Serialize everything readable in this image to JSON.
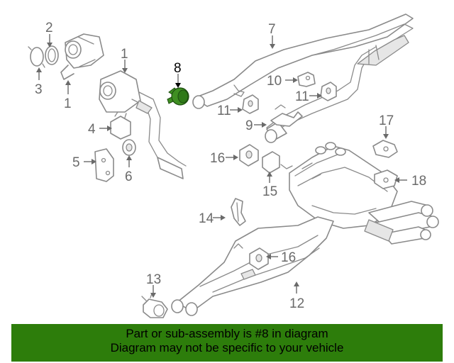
{
  "diagram": {
    "highlighted_part": "8",
    "highlight_color": "#3f8f22",
    "callouts": {
      "c1a": "1",
      "c1b": "1",
      "c2": "2",
      "c3": "3",
      "c4": "4",
      "c5": "5",
      "c6": "6",
      "c7": "7",
      "c8": "8",
      "c9": "9",
      "c10": "10",
      "c11a": "11",
      "c11b": "11",
      "c12": "12",
      "c13": "13",
      "c14": "14",
      "c15": "15",
      "c16a": "16",
      "c16b": "16",
      "c17": "17",
      "c18": "18"
    }
  },
  "footer": {
    "background": "#2d7d0b",
    "line1": "Part or sub-assembly is #8 in diagram",
    "line2": "Diagram may not be specific to your vehicle"
  }
}
